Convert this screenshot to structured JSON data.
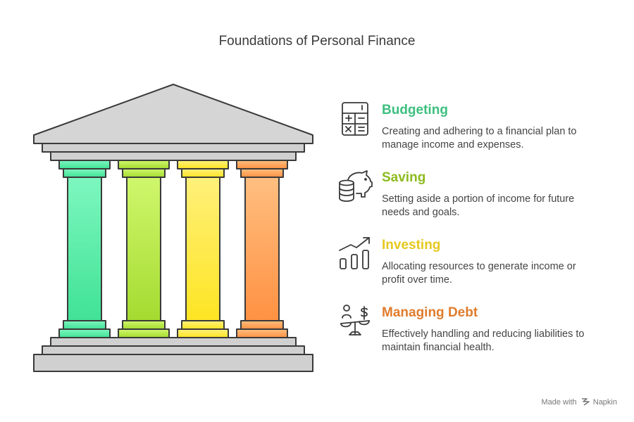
{
  "title": "Foundations of Personal Finance",
  "pillars": [
    {
      "heading": "Budgeting",
      "description": "Creating and adhering to a financial plan to manage income and expenses.",
      "icon": "calculator-icon",
      "color": "#3DBF7F",
      "fill_top": "#7DF7BF",
      "fill_bottom": "#40E296"
    },
    {
      "heading": "Saving",
      "description": "Setting aside a portion of income for future needs and goals.",
      "icon": "piggy-bank-icon",
      "color": "#8DBB1E",
      "fill_top": "#D0F76C",
      "fill_bottom": "#A4DB30"
    },
    {
      "heading": "Investing",
      "description": "Allocating resources to generate income or profit over time.",
      "icon": "growth-chart-icon",
      "color": "#E5C81F",
      "fill_top": "#FFF07A",
      "fill_bottom": "#FDE523"
    },
    {
      "heading": "Managing Debt",
      "description": "Effectively handling and reducing liabilities to maintain financial health.",
      "icon": "person-scale-debt-icon",
      "color": "#E07C2C",
      "fill_top": "#FFBF80",
      "fill_bottom": "#FF9142"
    }
  ],
  "footer": {
    "prefix": "Made with",
    "brand": "Napkin"
  }
}
